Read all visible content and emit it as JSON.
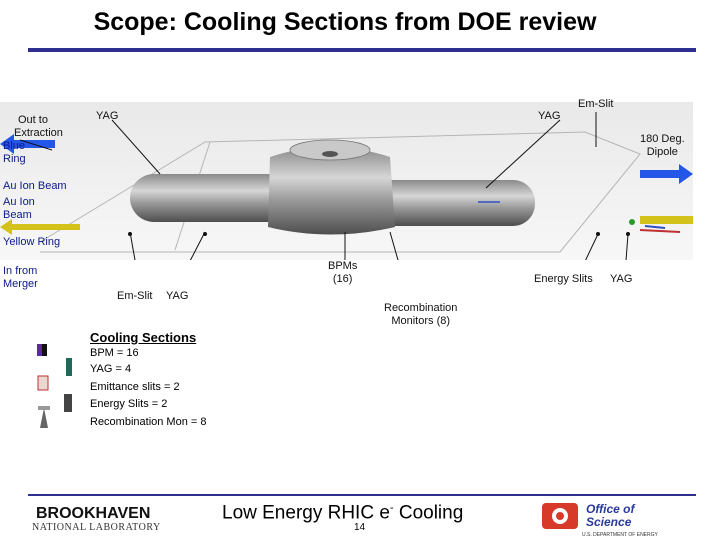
{
  "title": "Scope: Cooling Sections from DOE review",
  "labels": {
    "out_to_extraction_1": "Out to",
    "out_to_extraction_2": "Extraction",
    "blue_ring_1": "Blue",
    "blue_ring_2": "Ring",
    "au_ion_beam_top": "Au Ion Beam",
    "au_ion_beam_1": "Au Ion",
    "au_ion_beam_2": "Beam",
    "yellow_ring": "Yellow Ring",
    "in_from_merger_1": "In from",
    "in_from_merger_2": "Merger",
    "yag_top_left": "YAG",
    "yag_top_right": "YAG",
    "em_slit_top": "Em-Slit",
    "dipole_1": "180 Deg.",
    "dipole_2": "Dipole",
    "bpms_1": "BPMs",
    "bpms_2": "(16)",
    "em_slit_bottom": "Em-Slit",
    "yag_bottom_left": "YAG",
    "energy_slits": "Energy Slits",
    "yag_bottom_right": "YAG",
    "recomb_1": "Recombination",
    "recomb_2": "Monitors (8)"
  },
  "cooling_sections": {
    "heading": "Cooling Sections",
    "items": [
      "BPM = 16",
      "YAG = 4",
      "Emittance slits = 2",
      "Energy Slits = 2",
      "Recombination Mon = 8"
    ]
  },
  "footer": {
    "title_main": "Low Energy RHIC e",
    "title_sup": "-",
    "title_end": " Cooling",
    "page": "14",
    "bnl_line1": "BROOKHAVEN",
    "bnl_line2": "NATIONAL LABORATORY",
    "doe_line1": "Office of",
    "doe_line2": "Science",
    "doe_line3": "U.S. DEPARTMENT OF ENERGY"
  },
  "colors": {
    "arrow_blue": "#2456e8",
    "arrow_yellow": "#d2c21a",
    "title_rule": "#2f2f8f"
  }
}
